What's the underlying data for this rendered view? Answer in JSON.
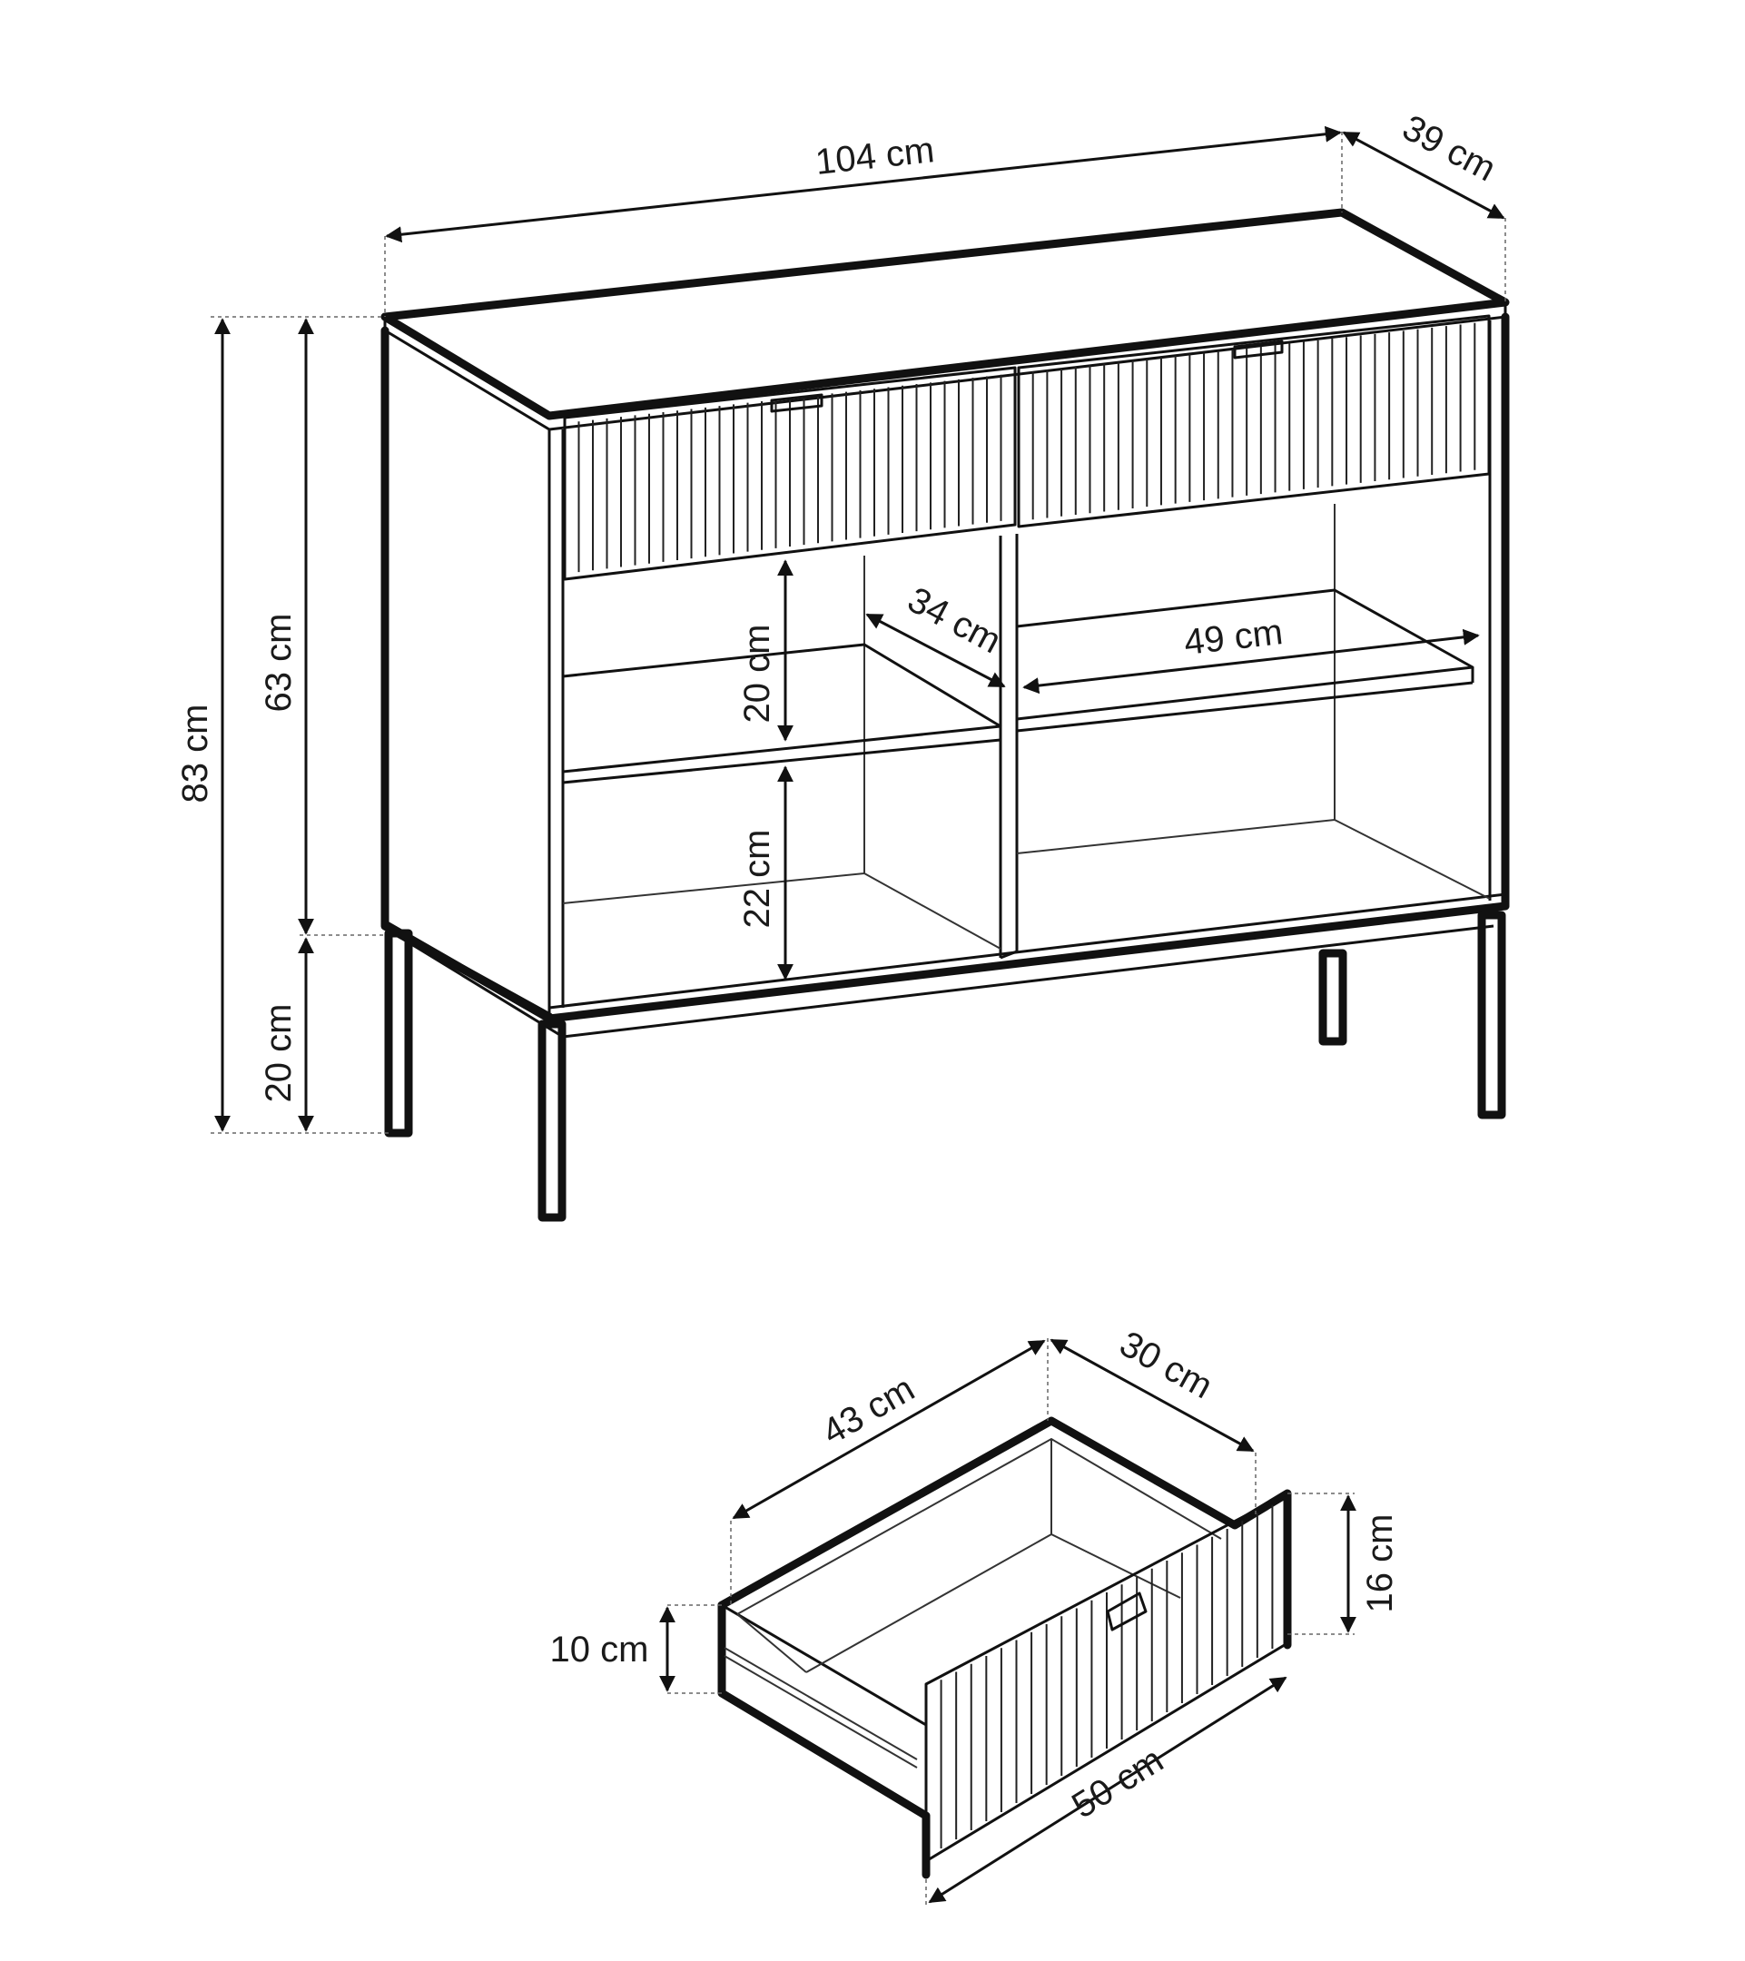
{
  "cabinet": {
    "width": "104 cm",
    "depth": "39 cm",
    "total_height": "83 cm",
    "body_height": "63 cm",
    "leg_height": "20 cm",
    "upper_compartment": "20 cm",
    "lower_compartment": "22 cm",
    "shelf_depth": "34 cm",
    "shelf_width": "49 cm"
  },
  "drawer": {
    "length": "43 cm",
    "depth": "30 cm",
    "side_height": "10 cm",
    "front_height": "16 cm",
    "front_width": "50 cm"
  }
}
